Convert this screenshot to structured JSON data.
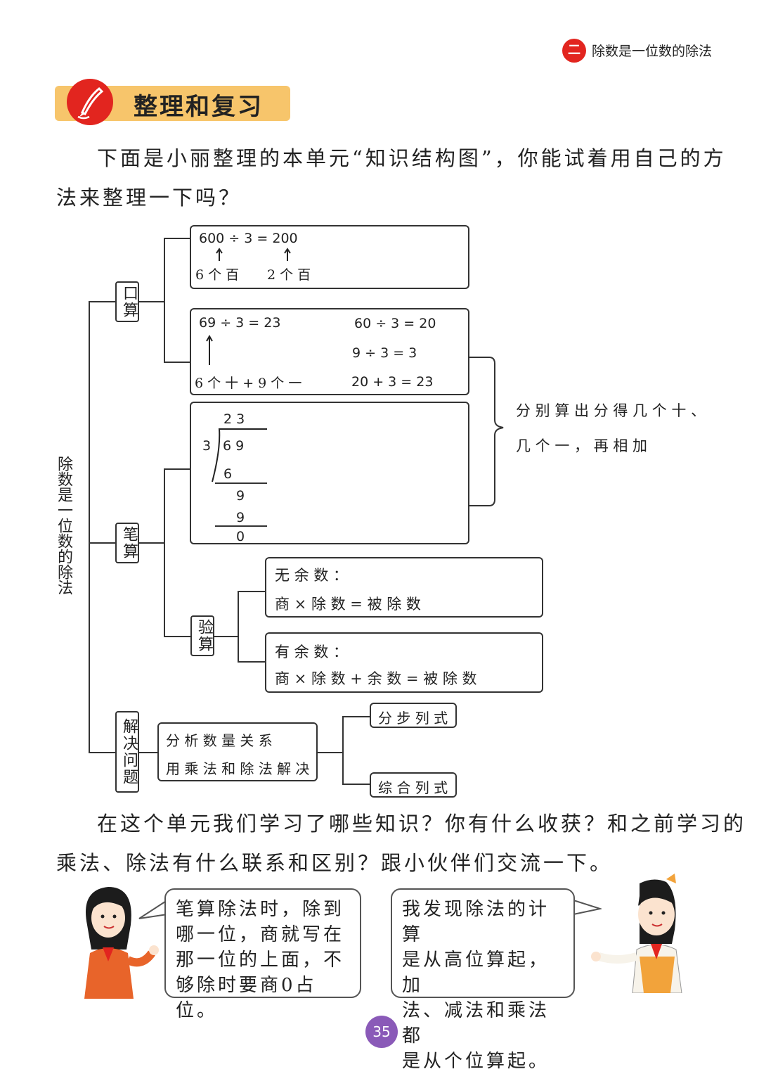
{
  "header": {
    "chapter_badge": "二",
    "chapter_title": "除数是一位数的除法"
  },
  "section": {
    "title": "整理和复习"
  },
  "intro": {
    "line1": "下面是小丽整理的本单元“知识结构图”，你能试着用自己的方",
    "line2": "法来整理一下吗？"
  },
  "diagram": {
    "root_label": "除数是一位数的除法",
    "oral": {
      "label": "口算",
      "ex1": {
        "expr": "600 ÷ 3 = 200",
        "note_a": "6 个 百",
        "note_b": "2 个 百"
      },
      "ex2": {
        "expr": "69 ÷ 3 = 23",
        "note": "6 个 十 + 9 个 一",
        "step1": "60 ÷ 3 = 20",
        "step2": "9 ÷ 3 = 3",
        "step3": "20 + 3 = 23"
      }
    },
    "written": {
      "label": "笔算",
      "long_division": {
        "quotient": "2 3",
        "divisor": "3",
        "dividend": "6 9",
        "r1": "6",
        "r2": "9",
        "r3": "9",
        "r4": "0"
      }
    },
    "brace_note": {
      "line1": "分 别 算 出 分 得 几 个 十 、",
      "line2": "几 个 一 ， 再 相 加"
    },
    "check": {
      "label": "验算",
      "no_rem_title": "无 余 数 ：",
      "no_rem_formula": "商  ×  除 数  =  被 除 数",
      "rem_title": "有 余 数 ：",
      "rem_formula": "商  ×  除 数  +  余 数  =  被 除 数"
    },
    "problem": {
      "label": "解决问题",
      "analysis1": "分 析 数 量 关 系",
      "analysis2": "用 乘 法 和 除 法 解 决",
      "method1": "分 步 列 式",
      "method2": "综 合 列 式"
    }
  },
  "question": {
    "line1": "在这个单元我们学习了哪些知识？你有什么收获？和之前学习的",
    "line2": "乘法、除法有什么联系和区别？跟小伙伴们交流一下。"
  },
  "bubbles": {
    "left": [
      "笔算除法时，除到",
      "哪一位，商就写在",
      "那一位的上面，不",
      "够除时要商0占位。"
    ],
    "right": [
      "我发现除法的计算",
      "是从高位算起，加",
      "法、减法和乘法都",
      "是从个位算起。"
    ]
  },
  "page_number": "35",
  "colors": {
    "accent_red": "#e2251f",
    "banner_orange": "#f7c56b",
    "page_purple": "#8a5ab8"
  }
}
